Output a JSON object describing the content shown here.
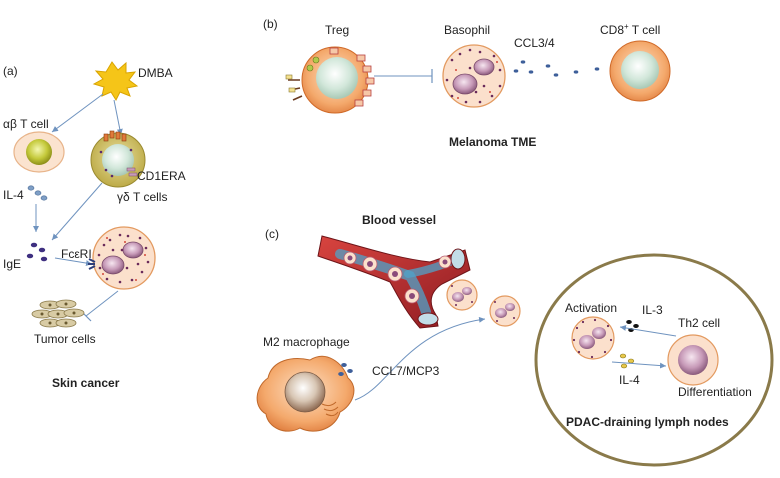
{
  "panels": {
    "a": {
      "tag": "(a)",
      "dmba": "DMBA",
      "ab_t_cell": "αβ T cell",
      "gd_t_cells": "γδ T cells",
      "cd_label": "CD1ERA",
      "il4": "IL-4",
      "ige": "IgE",
      "fceri": "FcεRI",
      "tumor_cells": "Tumor cells",
      "title": "Skin cancer"
    },
    "b": {
      "tag": "(b)",
      "treg": "Treg",
      "basophil": "Basophil",
      "ccl34": "CCL3/4",
      "cd8_main": "CD8",
      "cd8_sup": "+",
      "cd8_rest": " T cell",
      "title": "Melanoma TME"
    },
    "c": {
      "tag": "(c)",
      "blood_vessel": "Blood vessel",
      "m2_macrophage": "M2 macrophage",
      "ccl7": "CCL7/MCP3",
      "activation": "Activation",
      "il3": "IL-3",
      "th2": "Th2 cell",
      "il4": "IL-4",
      "differentiation": "Differentiation",
      "title": "PDAC-draining lymph nodes"
    }
  },
  "colors": {
    "arrow": "#6f93bf",
    "cell_orange": "#f0a060",
    "nucleus_green": "#b8d9c8",
    "granule_purple": "#5a2a6e",
    "vessel_red": "#b8282d",
    "lymph_border": "#8a7a4a"
  }
}
